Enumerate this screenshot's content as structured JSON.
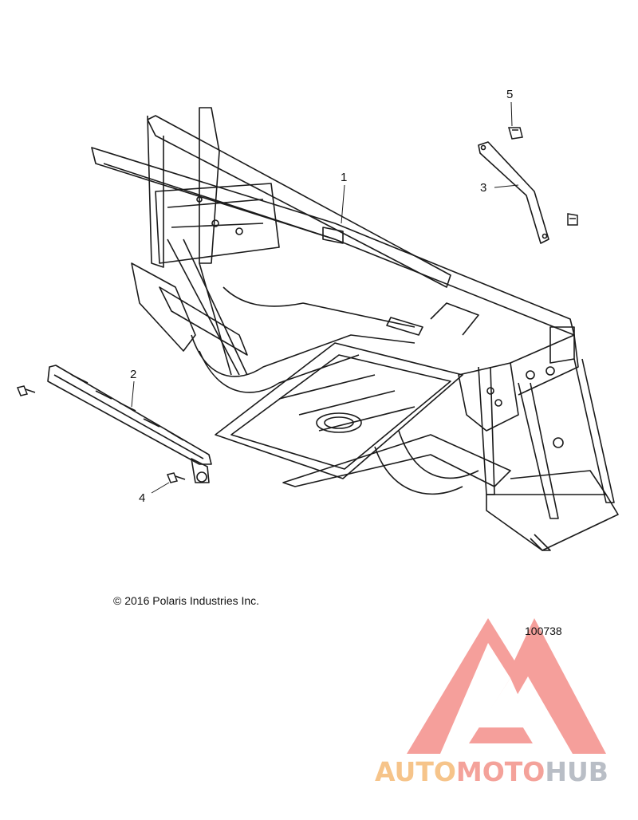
{
  "callouts": [
    {
      "id": "1",
      "label": "1"
    },
    {
      "id": "2",
      "label": "2"
    },
    {
      "id": "3",
      "label": "3"
    },
    {
      "id": "4",
      "label": "4"
    },
    {
      "id": "5",
      "label": "5"
    }
  ],
  "copyright": "© 2016 Polaris Industries Inc.",
  "reference_number": "100738",
  "watermark": {
    "part1": "AUTO",
    "part2": "MOTO",
    "part3": "HUB",
    "colors": {
      "auto": "#f6c48a",
      "moto": "#f4a29a",
      "hub": "#b9bec6",
      "triangle": "#f48f8a"
    }
  }
}
